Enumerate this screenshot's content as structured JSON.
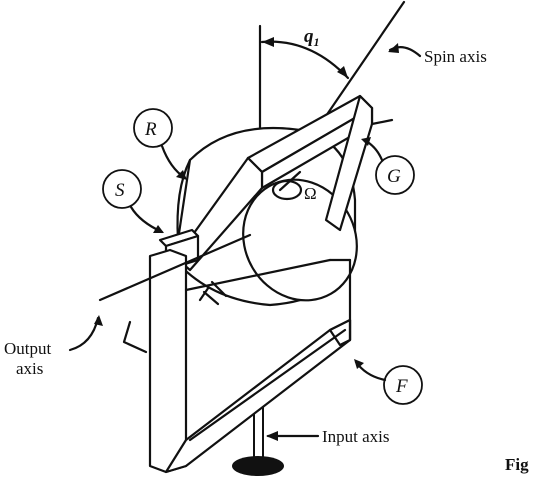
{
  "labels": {
    "spin_axis": "Spin axis",
    "angle": "q",
    "angle_subscript": "1",
    "rotor": "R",
    "spring": "S",
    "gimbal": "G",
    "frame": "F",
    "omega": "Ω",
    "output_axis_line1": "Output",
    "output_axis_line2": "axis",
    "input_axis": "Input axis",
    "figure_caption": "Fig"
  }
}
